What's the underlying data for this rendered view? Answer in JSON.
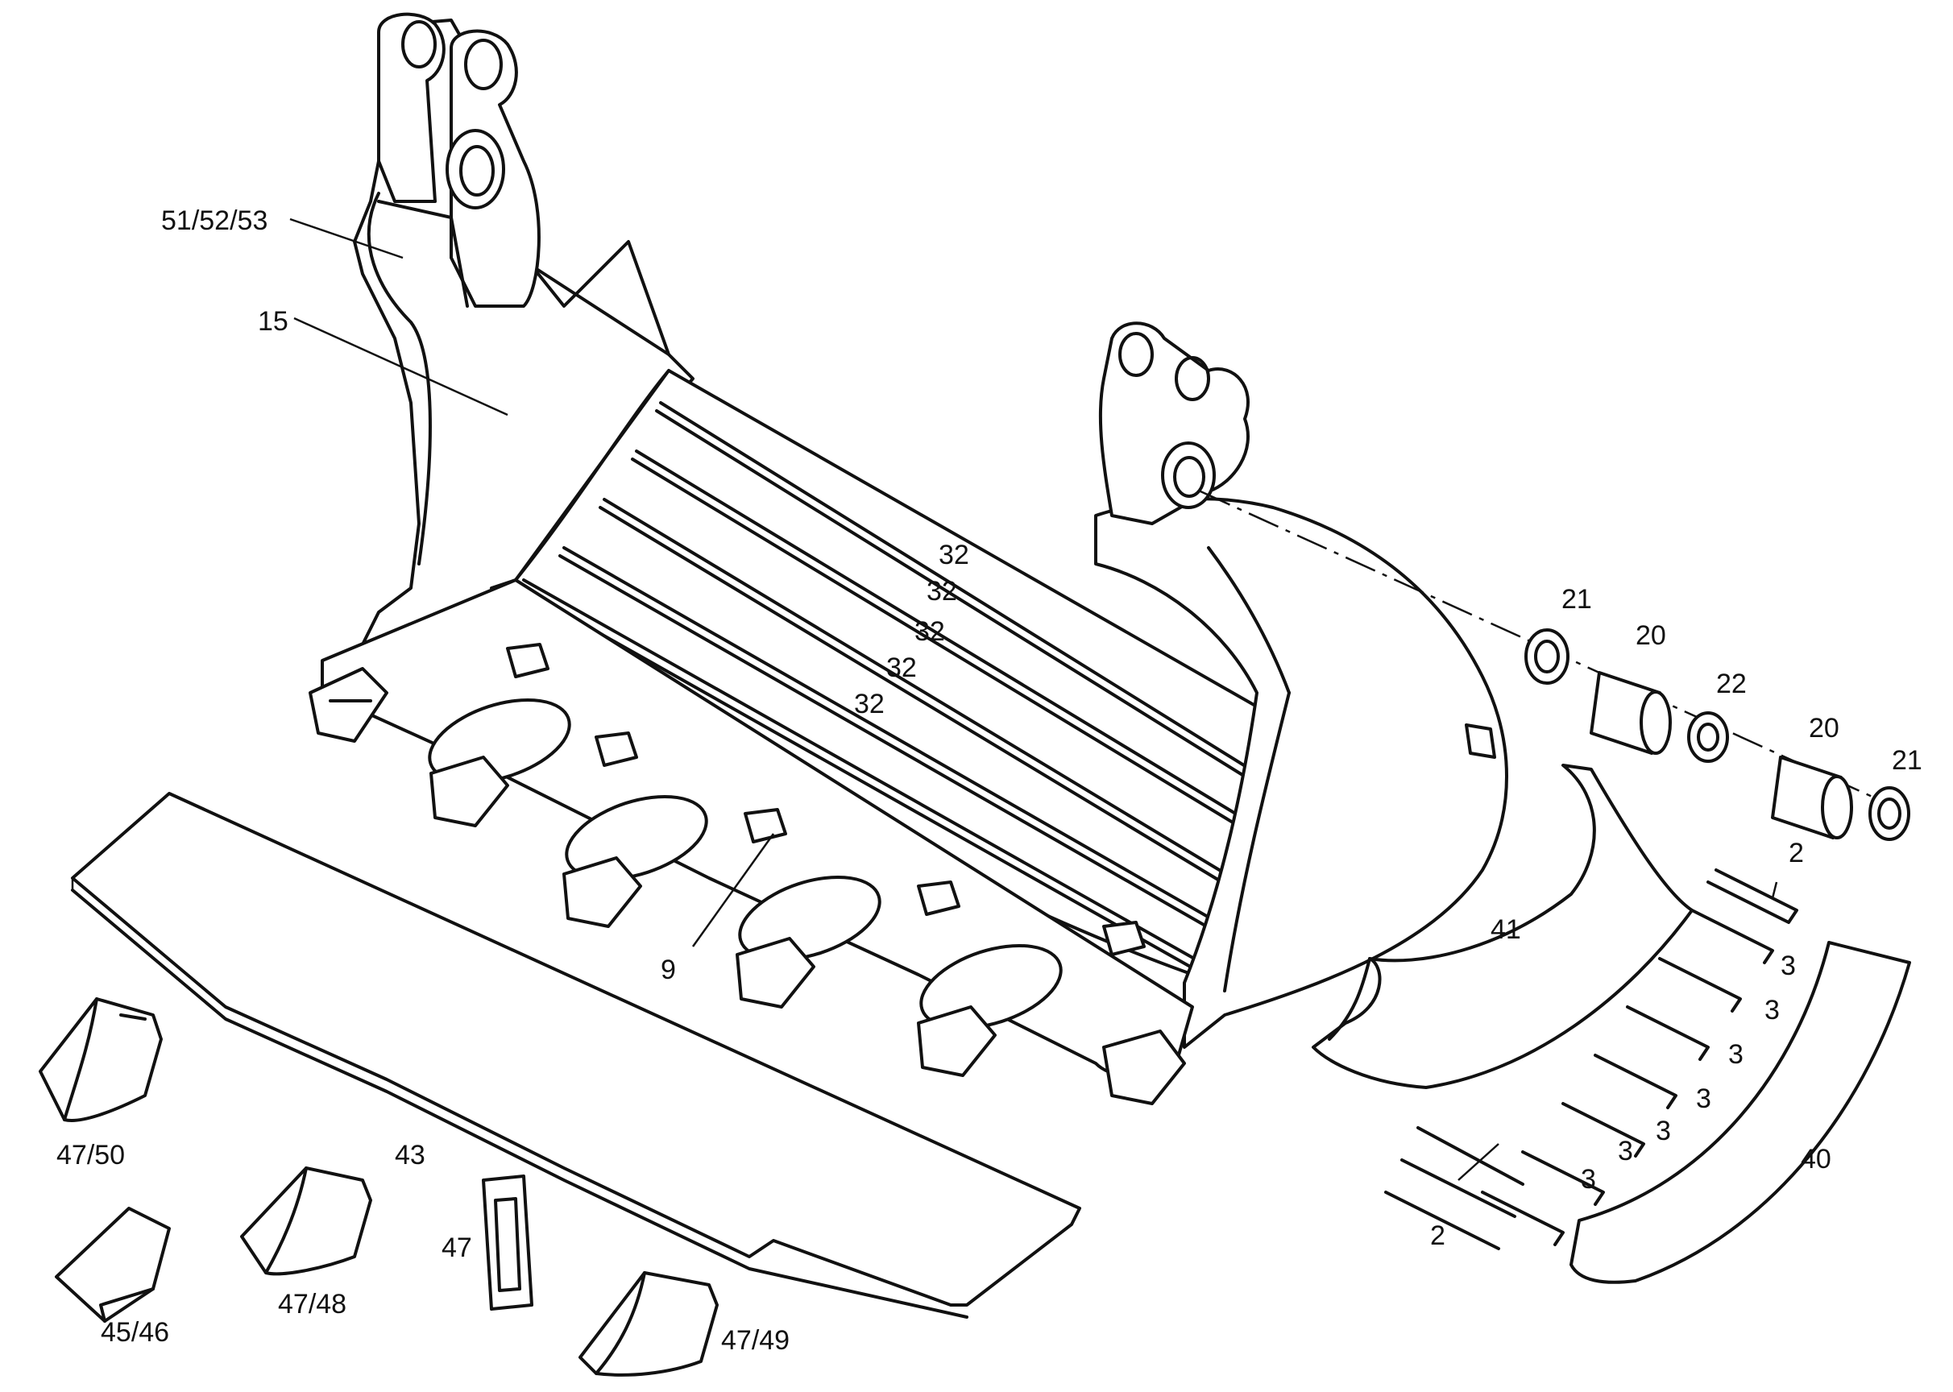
{
  "callouts": {
    "c_51_52_53": "51/52/53",
    "c_15": "15",
    "c_32_a": "32",
    "c_32_b": "32",
    "c_32_c": "32",
    "c_32_d": "32",
    "c_32_e": "32",
    "c_21_a": "21",
    "c_20_a": "20",
    "c_22": "22",
    "c_20_b": "20",
    "c_21_b": "21",
    "c_2_a": "2",
    "c_41": "41",
    "c_3_a": "3",
    "c_3_b": "3",
    "c_3_c": "3",
    "c_3_d": "3",
    "c_3_e": "3",
    "c_3_f": "3",
    "c_3_g": "3",
    "c_40": "40",
    "c_2_b": "2",
    "c_9": "9",
    "c_47_50": "47/50",
    "c_43": "43",
    "c_47": "47",
    "c_47_48": "47/48",
    "c_45_46": "45/46",
    "c_47_49": "47/49"
  }
}
